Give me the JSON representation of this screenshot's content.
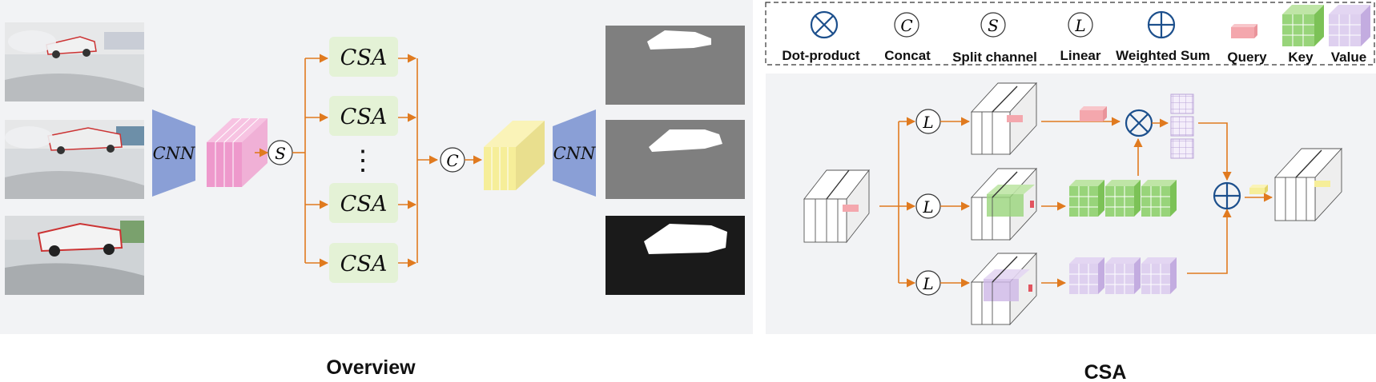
{
  "captions": {
    "left": "Overview",
    "right": "CSA"
  },
  "overview": {
    "encoder_label": "CNN",
    "decoder_label": "CNN",
    "split_symbol": "S",
    "concat_symbol": "C",
    "csa_blocks": [
      "CSA",
      "CSA",
      "CSA",
      "CSA"
    ],
    "ellipsis": "⋮",
    "input_frames": [
      "drift-car-frame-1",
      "drift-car-frame-2",
      "drift-car-frame-3"
    ],
    "output_masks": [
      "mask-1",
      "mask-2",
      "mask-3"
    ]
  },
  "legend": {
    "items": [
      {
        "symbol": "⊗",
        "label": "Dot-product"
      },
      {
        "symbol": "C",
        "label": "Concat"
      },
      {
        "symbol": "S",
        "label": "Split channel"
      },
      {
        "symbol": "L",
        "label": "Linear"
      },
      {
        "symbol": "⊕",
        "label": "Weighted Sum"
      },
      {
        "symbol": "",
        "label": "Query"
      },
      {
        "symbol": "",
        "label": "Key"
      },
      {
        "symbol": "",
        "label": "Value"
      }
    ]
  },
  "csa": {
    "linear_symbols": [
      "L",
      "L",
      "L"
    ],
    "dot_symbol": "⊗",
    "sum_symbol": "⊕"
  },
  "colors": {
    "arrow": "#e07a1f",
    "panel_bg": "#f2f3f5",
    "csa_box": "#e4f2d6",
    "cnn": "#8a9fd6",
    "pink": "#ee99cc",
    "yellow": "#f6ee99",
    "query": "#f4a7ad",
    "key": "#98d47a",
    "value": "#cdb7e6",
    "op_blue": "#1c4f8c"
  }
}
